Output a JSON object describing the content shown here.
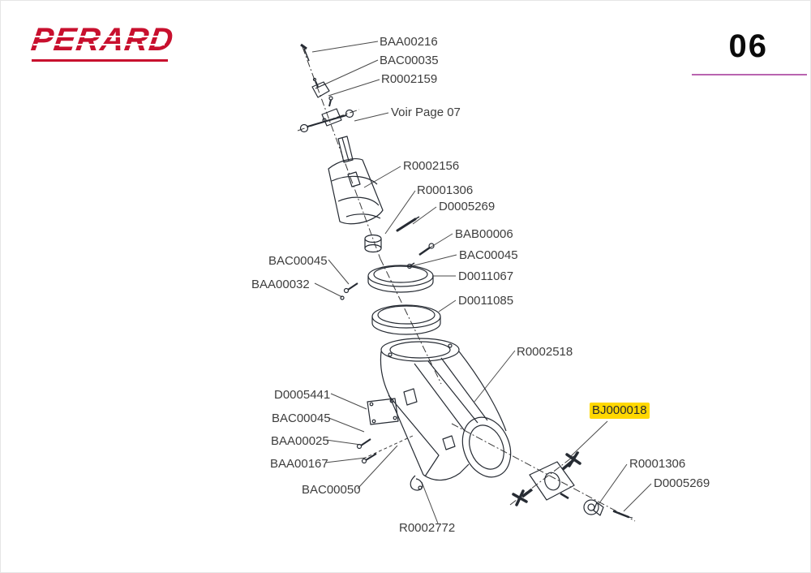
{
  "header": {
    "logo_text": "PERARD",
    "page_number": "06",
    "logo_color": "#c8102e",
    "underline_color": "#b964b0"
  },
  "highlight_color": "#ffd800",
  "labels": [
    {
      "text": "BAA00216"
    },
    {
      "text": "BAC00035"
    },
    {
      "text": "R0002159"
    },
    {
      "text": "Voir Page 07"
    },
    {
      "text": "R0002156"
    },
    {
      "text": "R0001306"
    },
    {
      "text": "D0005269"
    },
    {
      "text": "BAB00006"
    },
    {
      "text": "BAC00045"
    },
    {
      "text": "BAC00045"
    },
    {
      "text": "D0011067"
    },
    {
      "text": "BAA00032"
    },
    {
      "text": "D0011085"
    },
    {
      "text": "R0002518"
    },
    {
      "text": "D0005441"
    },
    {
      "text": "BAC00045"
    },
    {
      "text": "BAA00025"
    },
    {
      "text": "BAA00167"
    },
    {
      "text": "BAC00050"
    },
    {
      "text": "R0002772"
    },
    {
      "text": "BJ000018",
      "highlighted": true
    },
    {
      "text": "R0001306"
    },
    {
      "text": "D0005269"
    }
  ]
}
